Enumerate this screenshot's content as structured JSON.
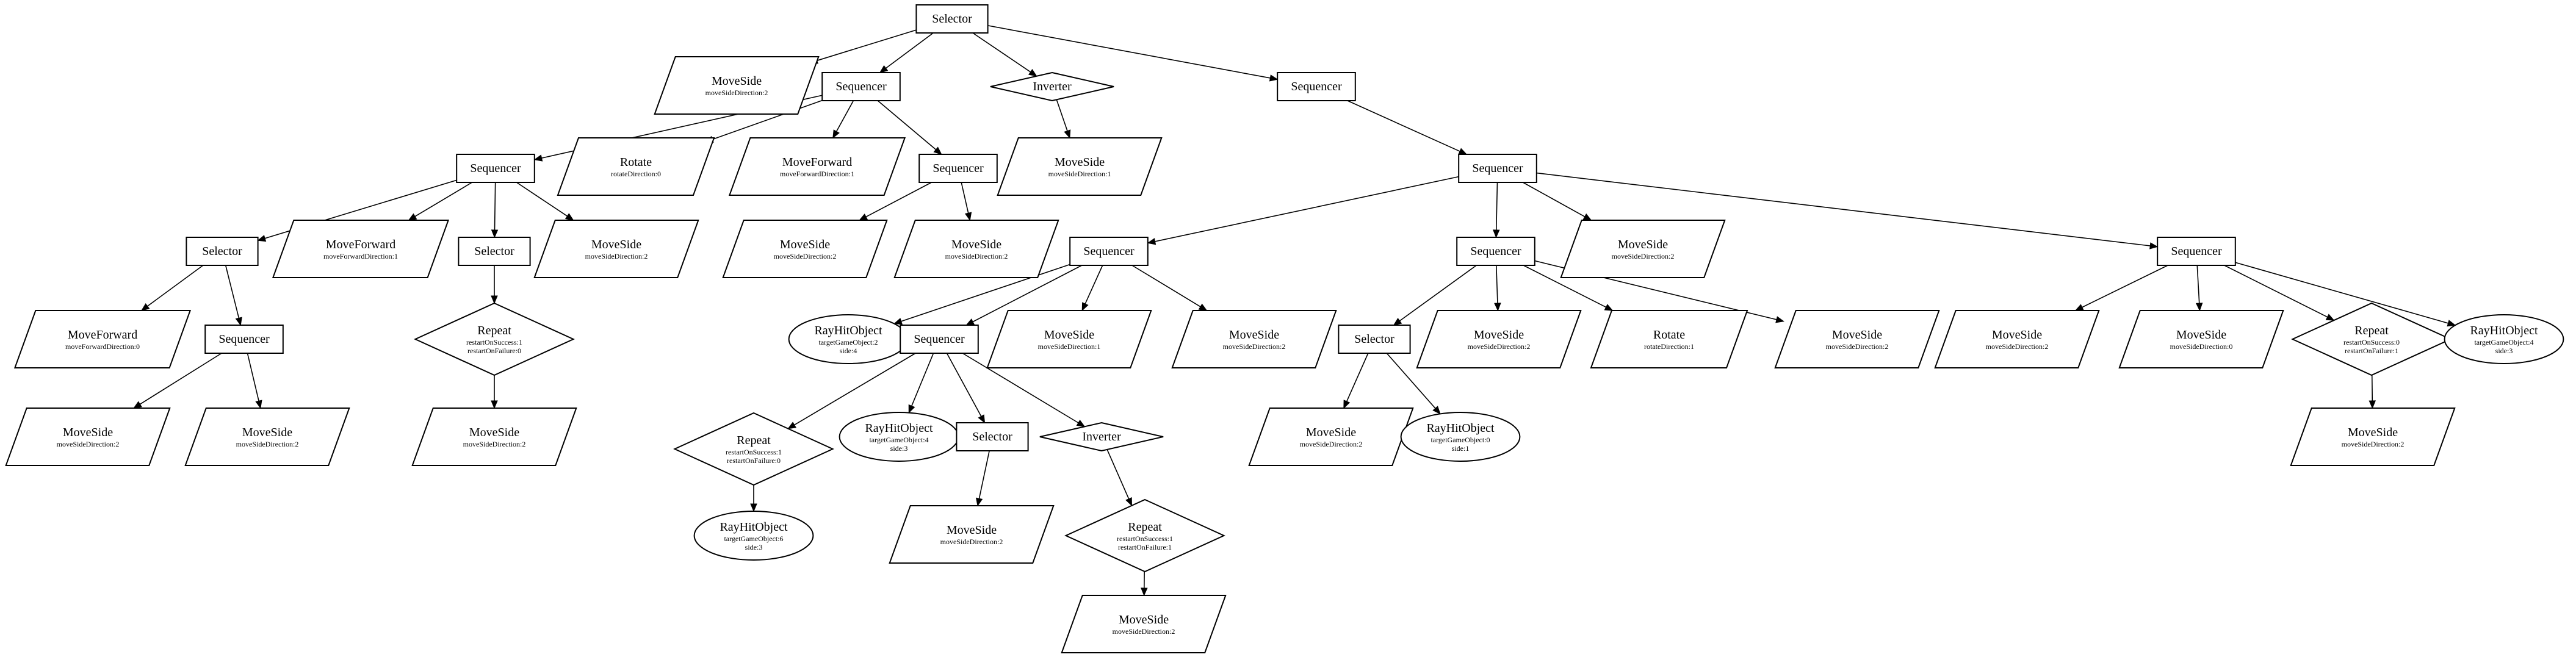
{
  "tree": {
    "nodes": [
      {
        "id": "n1",
        "shape": "rect",
        "label": "Selector",
        "params": []
      },
      {
        "id": "n2",
        "shape": "para",
        "label": "MoveSide",
        "params": [
          "moveSideDirection:2"
        ]
      },
      {
        "id": "n3",
        "shape": "rect",
        "label": "Sequencer",
        "params": []
      },
      {
        "id": "n4",
        "shape": "diamond",
        "label": "Inverter",
        "params": []
      },
      {
        "id": "n5",
        "shape": "rect",
        "label": "Sequencer",
        "params": []
      },
      {
        "id": "n6",
        "shape": "rect",
        "label": "Sequencer",
        "params": []
      },
      {
        "id": "n7",
        "shape": "para",
        "label": "Rotate",
        "params": [
          "rotateDirection:0"
        ]
      },
      {
        "id": "n8",
        "shape": "para",
        "label": "MoveForward",
        "params": [
          "moveForwardDirection:1"
        ]
      },
      {
        "id": "n9",
        "shape": "rect",
        "label": "Sequencer",
        "params": []
      },
      {
        "id": "n10",
        "shape": "para",
        "label": "MoveSide",
        "params": [
          "moveSideDirection:1"
        ]
      },
      {
        "id": "n11",
        "shape": "rect",
        "label": "Sequencer",
        "params": []
      },
      {
        "id": "n12",
        "shape": "rect",
        "label": "Selector",
        "params": []
      },
      {
        "id": "n13",
        "shape": "para",
        "label": "MoveForward",
        "params": [
          "moveForwardDirection:1"
        ]
      },
      {
        "id": "n14",
        "shape": "rect",
        "label": "Selector",
        "params": []
      },
      {
        "id": "n15",
        "shape": "para",
        "label": "MoveSide",
        "params": [
          "moveSideDirection:2"
        ]
      },
      {
        "id": "n16",
        "shape": "para",
        "label": "MoveSide",
        "params": [
          "moveSideDirection:2"
        ]
      },
      {
        "id": "n17",
        "shape": "para",
        "label": "MoveSide",
        "params": [
          "moveSideDirection:2"
        ]
      },
      {
        "id": "n18",
        "shape": "rect",
        "label": "Sequencer",
        "params": []
      },
      {
        "id": "n19",
        "shape": "rect",
        "label": "Sequencer",
        "params": []
      },
      {
        "id": "n20",
        "shape": "para",
        "label": "MoveSide",
        "params": [
          "moveSideDirection:2"
        ]
      },
      {
        "id": "n21",
        "shape": "rect",
        "label": "Sequencer",
        "params": []
      },
      {
        "id": "n22",
        "shape": "para",
        "label": "MoveForward",
        "params": [
          "moveForwardDirection:0"
        ]
      },
      {
        "id": "n23",
        "shape": "rect",
        "label": "Sequencer",
        "params": []
      },
      {
        "id": "n24",
        "shape": "diamond",
        "label": "Repeat",
        "params": [
          "restartOnSuccess:1",
          "restartOnFailure:0"
        ]
      },
      {
        "id": "n25",
        "shape": "ellipse",
        "label": "RayHitObject",
        "params": [
          "targetGameObject:2",
          "side:4"
        ]
      },
      {
        "id": "n26",
        "shape": "rect",
        "label": "Sequencer",
        "params": []
      },
      {
        "id": "n27",
        "shape": "para",
        "label": "MoveSide",
        "params": [
          "moveSideDirection:1"
        ]
      },
      {
        "id": "n28",
        "shape": "para",
        "label": "MoveSide",
        "params": [
          "moveSideDirection:2"
        ]
      },
      {
        "id": "n29",
        "shape": "rect",
        "label": "Selector",
        "params": []
      },
      {
        "id": "n30",
        "shape": "para",
        "label": "MoveSide",
        "params": [
          "moveSideDirection:2"
        ]
      },
      {
        "id": "n31",
        "shape": "para",
        "label": "Rotate",
        "params": [
          "rotateDirection:1"
        ]
      },
      {
        "id": "n32",
        "shape": "para",
        "label": "MoveSide",
        "params": [
          "moveSideDirection:2"
        ]
      },
      {
        "id": "n33",
        "shape": "para",
        "label": "MoveSide",
        "params": [
          "moveSideDirection:2"
        ]
      },
      {
        "id": "n34",
        "shape": "para",
        "label": "MoveSide",
        "params": [
          "moveSideDirection:0"
        ]
      },
      {
        "id": "n35",
        "shape": "diamond",
        "label": "Repeat",
        "params": [
          "restartOnSuccess:0",
          "restartOnFailure:1"
        ]
      },
      {
        "id": "n36",
        "shape": "ellipse",
        "label": "RayHitObject",
        "params": [
          "targetGameObject:4",
          "side:3"
        ]
      },
      {
        "id": "n37",
        "shape": "para",
        "label": "MoveSide",
        "params": [
          "moveSideDirection:2"
        ]
      },
      {
        "id": "n38",
        "shape": "para",
        "label": "MoveSide",
        "params": [
          "moveSideDirection:2"
        ]
      },
      {
        "id": "n39",
        "shape": "para",
        "label": "MoveSide",
        "params": [
          "moveSideDirection:2"
        ]
      },
      {
        "id": "n40",
        "shape": "diamond",
        "label": "Repeat",
        "params": [
          "restartOnSuccess:1",
          "restartOnFailure:0"
        ]
      },
      {
        "id": "n41",
        "shape": "ellipse",
        "label": "RayHitObject",
        "params": [
          "targetGameObject:4",
          "side:3"
        ]
      },
      {
        "id": "n42",
        "shape": "rect",
        "label": "Selector",
        "params": []
      },
      {
        "id": "n43",
        "shape": "diamond",
        "label": "Inverter",
        "params": []
      },
      {
        "id": "n44",
        "shape": "para",
        "label": "MoveSide",
        "params": [
          "moveSideDirection:2"
        ]
      },
      {
        "id": "n45",
        "shape": "ellipse",
        "label": "RayHitObject",
        "params": [
          "targetGameObject:0",
          "side:1"
        ]
      },
      {
        "id": "n46",
        "shape": "para",
        "label": "MoveSide",
        "params": [
          "moveSideDirection:2"
        ]
      },
      {
        "id": "n47",
        "shape": "ellipse",
        "label": "RayHitObject",
        "params": [
          "targetGameObject:6",
          "side:3"
        ]
      },
      {
        "id": "n48",
        "shape": "para",
        "label": "MoveSide",
        "params": [
          "moveSideDirection:2"
        ]
      },
      {
        "id": "n49",
        "shape": "diamond",
        "label": "Repeat",
        "params": [
          "restartOnSuccess:1",
          "restartOnFailure:1"
        ]
      },
      {
        "id": "n50",
        "shape": "para",
        "label": "MoveSide",
        "params": [
          "moveSideDirection:2"
        ]
      }
    ],
    "edges": [
      [
        "n1",
        "n2"
      ],
      [
        "n1",
        "n3"
      ],
      [
        "n1",
        "n4"
      ],
      [
        "n1",
        "n5"
      ],
      [
        "n3",
        "n6"
      ],
      [
        "n3",
        "n7"
      ],
      [
        "n3",
        "n8"
      ],
      [
        "n3",
        "n9"
      ],
      [
        "n4",
        "n10"
      ],
      [
        "n5",
        "n11"
      ],
      [
        "n6",
        "n12"
      ],
      [
        "n6",
        "n13"
      ],
      [
        "n6",
        "n14"
      ],
      [
        "n6",
        "n15"
      ],
      [
        "n9",
        "n16"
      ],
      [
        "n9",
        "n17"
      ],
      [
        "n11",
        "n18"
      ],
      [
        "n11",
        "n19"
      ],
      [
        "n11",
        "n20"
      ],
      [
        "n11",
        "n21"
      ],
      [
        "n12",
        "n22"
      ],
      [
        "n12",
        "n23"
      ],
      [
        "n14",
        "n24"
      ],
      [
        "n18",
        "n25"
      ],
      [
        "n18",
        "n26"
      ],
      [
        "n18",
        "n27"
      ],
      [
        "n18",
        "n28"
      ],
      [
        "n19",
        "n29"
      ],
      [
        "n19",
        "n30"
      ],
      [
        "n19",
        "n31"
      ],
      [
        "n19",
        "n32"
      ],
      [
        "n21",
        "n33"
      ],
      [
        "n21",
        "n34"
      ],
      [
        "n21",
        "n35"
      ],
      [
        "n21",
        "n36"
      ],
      [
        "n23",
        "n37"
      ],
      [
        "n23",
        "n38"
      ],
      [
        "n24",
        "n39"
      ],
      [
        "n26",
        "n40"
      ],
      [
        "n26",
        "n41"
      ],
      [
        "n26",
        "n42"
      ],
      [
        "n26",
        "n43"
      ],
      [
        "n29",
        "n44"
      ],
      [
        "n29",
        "n45"
      ],
      [
        "n35",
        "n46"
      ],
      [
        "n40",
        "n47"
      ],
      [
        "n42",
        "n48"
      ],
      [
        "n43",
        "n49"
      ],
      [
        "n49",
        "n50"
      ]
    ]
  }
}
